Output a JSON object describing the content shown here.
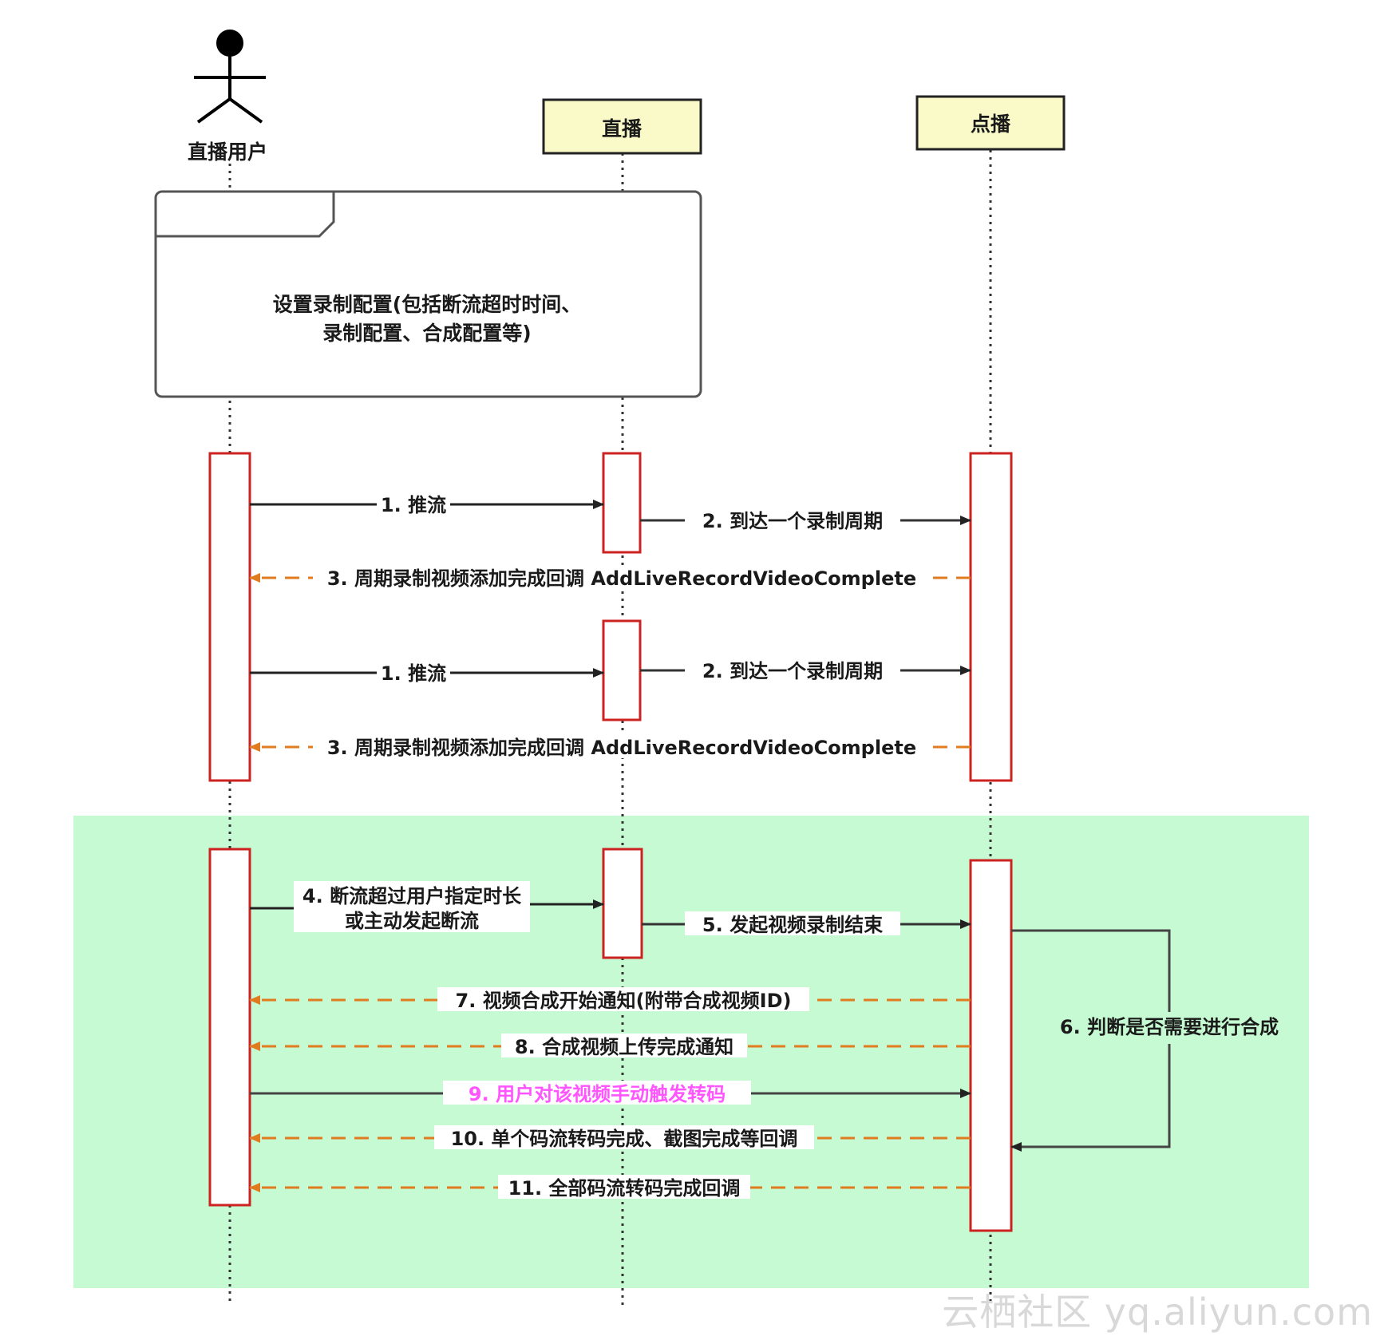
{
  "participants": {
    "user": "直播用户",
    "live": "直播",
    "vod": "点播"
  },
  "note": {
    "line1": "设置录制配置(包括断流超时时间、",
    "line2": "录制配置、合成配置等)"
  },
  "messages": {
    "m1a": "1. 推流",
    "m2a": "2. 到达一个录制周期",
    "m3a": "3. 周期录制视频添加完成回调 AddLiveRecordVideoComplete",
    "m1b": "1. 推流",
    "m2b": "2. 到达一个录制周期",
    "m3b": "3. 周期录制视频添加完成回调 AddLiveRecordVideoComplete",
    "m4_line1": "4. 断流超过用户指定时长",
    "m4_line2": "或主动发起断流",
    "m5": "5. 发起视频录制结束",
    "m6": "6. 判断是否需要进行合成",
    "m7": "7. 视频合成开始通知(附带合成视频ID)",
    "m8": "8. 合成视频上传完成通知",
    "m9": "9. 用户对该视频手动触发转码",
    "m10": "10. 单个码流转码完成、截图完成等回调",
    "m11": "11. 全部码流转码完成回调"
  },
  "watermark": "云栖社区 yq.aliyun.com",
  "colors": {
    "activation_border": "#cc2222",
    "callback_arrow": "#e07b20",
    "solid_arrow": "#333333",
    "participant_fill": "#fafac8",
    "highlight_region": "#c6fad2",
    "highlight_text": "#ff55ff"
  }
}
